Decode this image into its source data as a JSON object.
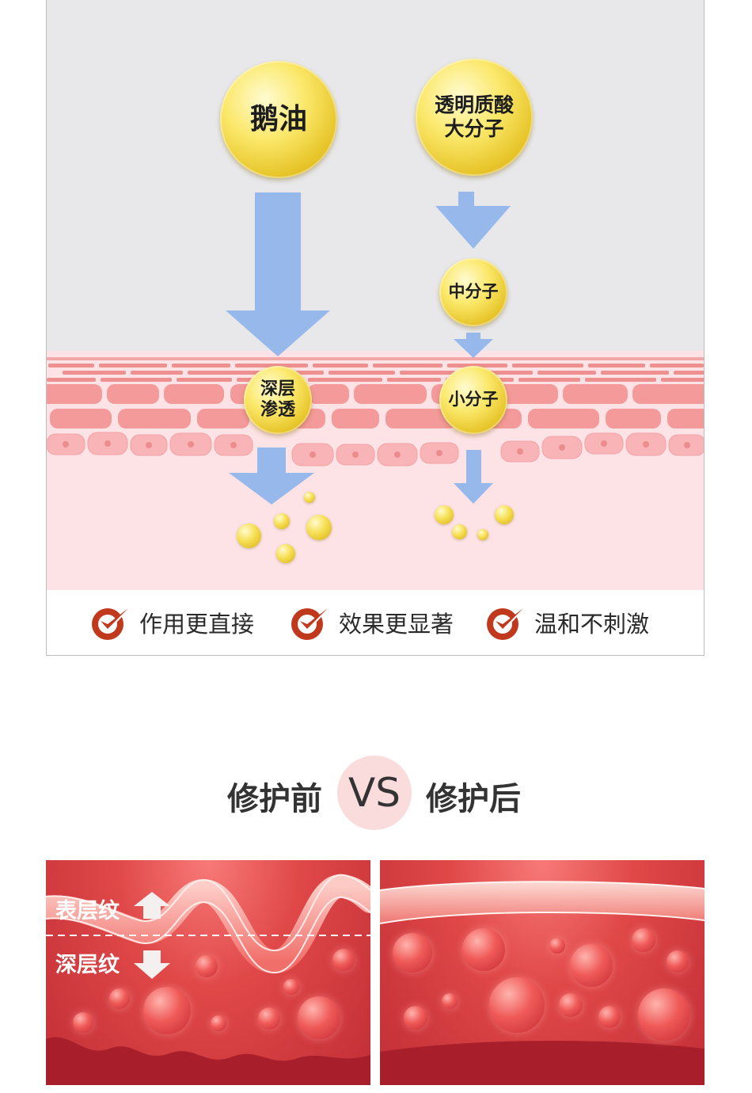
{
  "diagram": {
    "left_column": {
      "top_bubble": "鹅油",
      "layer_bubble_line1": "深层",
      "layer_bubble_line2": "渗透"
    },
    "right_column": {
      "top_bubble_line1": "透明质酸",
      "top_bubble_line2": "大分子",
      "middle_bubble": "中分子",
      "layer_bubble": "小分子"
    },
    "arrow_color": "#97b8ea",
    "skin_color": "#f49a9a"
  },
  "benefits": [
    "作用更直接",
    "效果更显著",
    "温和不刺激"
  ],
  "benefit_check_color": "#c1391c",
  "comparison": {
    "before": "修护前",
    "vs": "VS",
    "after": "修护后",
    "surface_lines_label": "表层纹",
    "deep_lines_label": "深层纹"
  }
}
